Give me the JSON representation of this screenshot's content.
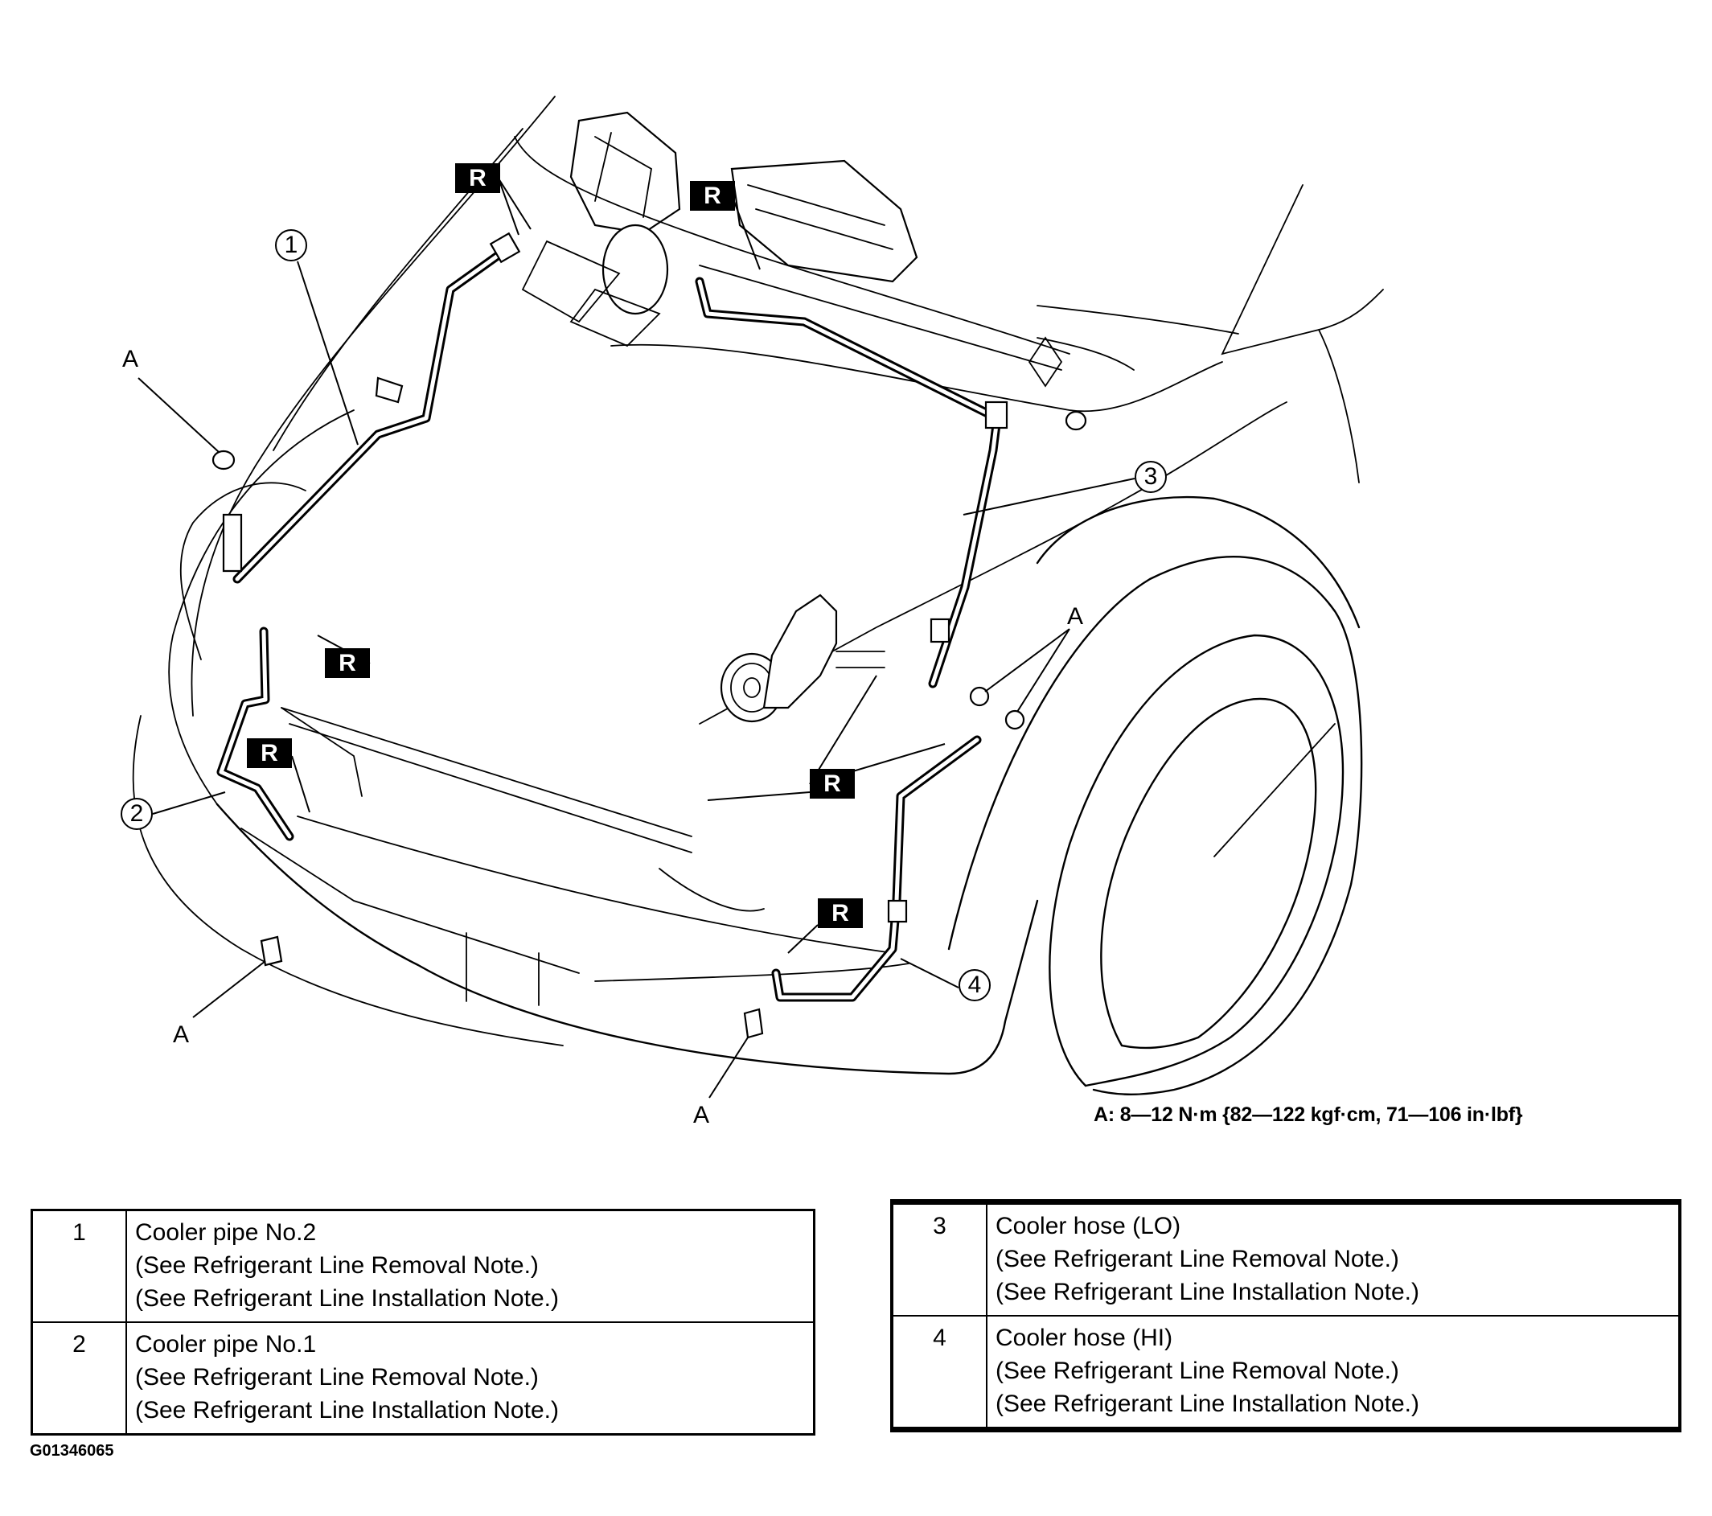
{
  "figure": {
    "id": "G01346065",
    "torque_spec": "A: 8—12 N·m {82—122 kgf·cm, 71—106 in·lbf}",
    "callouts": [
      "1",
      "2",
      "3",
      "4"
    ],
    "torque_marker_label": "A",
    "replace_badge_label": "R"
  },
  "diagram_labels": {
    "a_labels": [
      "A",
      "A",
      "A",
      "A"
    ],
    "r_badges": [
      "R",
      "R",
      "R",
      "R",
      "R",
      "R"
    ]
  },
  "parts_table_left": [
    {
      "number": "1",
      "name": "Cooler pipe No.2",
      "notes": [
        "(See Refrigerant Line Removal Note.)",
        "(See Refrigerant Line Installation Note.)"
      ]
    },
    {
      "number": "2",
      "name": "Cooler pipe No.1",
      "notes": [
        "(See Refrigerant Line Removal Note.)",
        "(See Refrigerant Line Installation Note.)"
      ]
    }
  ],
  "parts_table_right": [
    {
      "number": "3",
      "name": "Cooler hose (LO)",
      "notes": [
        "(See Refrigerant Line Removal Note.)",
        "(See Refrigerant Line Installation Note.)"
      ]
    },
    {
      "number": "4",
      "name": "Cooler hose (HI)",
      "notes": [
        "(See Refrigerant Line Removal Note.)",
        "(See Refrigerant Line Installation Note.)"
      ]
    }
  ]
}
